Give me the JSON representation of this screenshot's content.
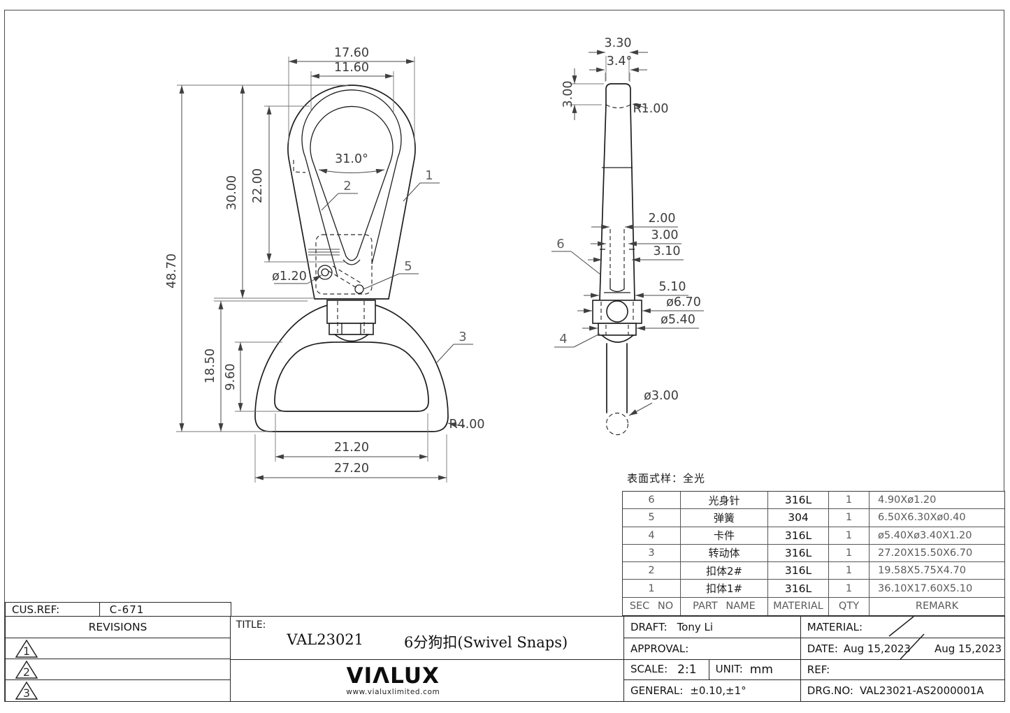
{
  "drawing": {
    "surface_note": "表面式样：全光",
    "front_view": {
      "dims": {
        "width_outer": "17.60",
        "width_inner": "11.60",
        "opening_angle": "31.0°",
        "hook_height": "30.00",
        "opening_height": "22.00",
        "total_height": "48.70",
        "pin_dia": "ø1.20",
        "dring_height": "18.50",
        "dring_inner_height": "9.60",
        "dring_inner_width": "21.20",
        "dring_width": "27.20",
        "corner_radius": "R4.00"
      },
      "callouts": {
        "c1": "1",
        "c2": "2",
        "c3": "3",
        "c5": "5"
      }
    },
    "side_view": {
      "dims": {
        "tip_width": "3.30",
        "taper_angle": "3.4°",
        "tip_height": "3.00",
        "tip_radius": "R1.00",
        "slot_width": "2.00",
        "width_a": "3.00",
        "width_b": "3.10",
        "clevis_width": "5.10",
        "barrel_dia": "ø6.70",
        "collar_dia": "ø5.40",
        "ball_dia": "ø3.00"
      },
      "callouts": {
        "c4": "4",
        "c6": "6"
      }
    }
  },
  "bom": {
    "headers": {
      "sec_no": "SEC NO",
      "part_name": "PART NAME",
      "material": "MATERIAL",
      "qty": "QTY",
      "remark": "REMARK"
    },
    "rows": [
      {
        "sec_no": "6",
        "part_name": "光身针",
        "material": "316L",
        "qty": "1",
        "remark": "4.90Xø1.20"
      },
      {
        "sec_no": "5",
        "part_name": "弹簧",
        "material": "304",
        "qty": "1",
        "remark": "6.50X6.30Xø0.40"
      },
      {
        "sec_no": "4",
        "part_name": "卡件",
        "material": "316L",
        "qty": "1",
        "remark": "ø5.40Xø3.40X1.20"
      },
      {
        "sec_no": "3",
        "part_name": "转动体",
        "material": "316L",
        "qty": "1",
        "remark": "27.20X15.50X6.70"
      },
      {
        "sec_no": "2",
        "part_name": "扣体2#",
        "material": "316L",
        "qty": "1",
        "remark": "19.58X5.75X4.70"
      },
      {
        "sec_no": "1",
        "part_name": "扣体1#",
        "material": "316L",
        "qty": "1",
        "remark": "36.10X17.60X5.10"
      }
    ]
  },
  "title_block": {
    "cus_ref_label": "CUS.REF:",
    "cus_ref_value": "C-671",
    "revisions_label": "REVISIONS",
    "revision_marks": [
      "1",
      "2",
      "3"
    ],
    "title_label": "TITLE:",
    "title_code": "VAL23021",
    "title_name": "6分狗扣(Swivel Snaps)",
    "draft_label": "DRAFT:",
    "draft_value": "Tony Li",
    "approval_label": "APPROVAL:",
    "material_label": "MATERIAL:",
    "date_label": "DATE:",
    "date_value_1": "Aug 15,2023",
    "date_value_2": "Aug 15,2023",
    "scale_label": "SCALE:",
    "scale_value": "2:1",
    "unit_label": "UNIT:",
    "unit_value": "mm",
    "ref_label": "REF:",
    "general_label": "GENERAL:",
    "general_value": "±0.10,±1°",
    "drg_no_label": "DRG.NO:",
    "drg_no_value": "VAL23021-AS2000001A",
    "logo_text": "VIΛLUX",
    "logo_url": "www.vialuxlimited.com"
  }
}
